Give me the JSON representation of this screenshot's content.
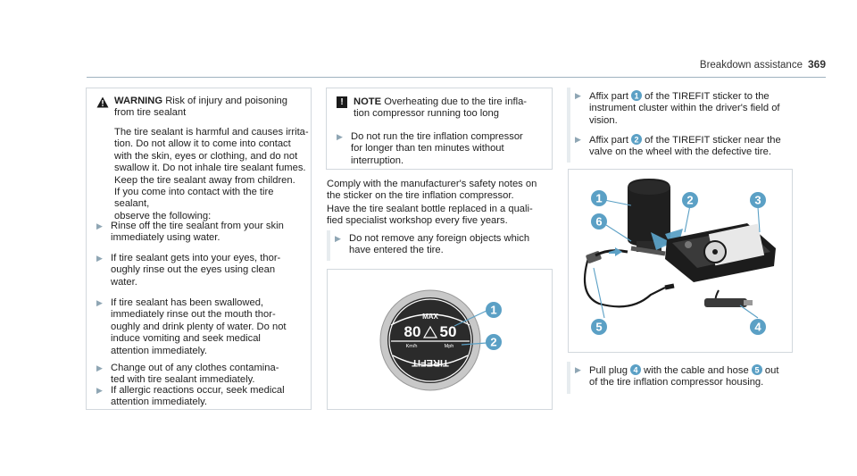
{
  "header": {
    "section": "Breakdown assistance",
    "page": "369"
  },
  "warning": {
    "label": "WARNING",
    "title_l1": "Risk of injury and poisoning",
    "title_l2": "from tire sealant",
    "body_lines": [
      "The tire sealant is harmful and causes irrita-",
      "tion. Do not allow it to come into contact",
      "with the skin, eyes or clothing, and do not",
      "swallow it. Do not inhale tire sealant fumes.",
      "Keep the tire sealant away from children.",
      "If you come into contact with the tire sealant,",
      "observe the following:"
    ],
    "bullets": [
      [
        "Rinse off the tire sealant from your skin",
        "immediately using water."
      ],
      [
        "If tire sealant gets into your eyes, thor-",
        "oughly rinse out the eyes using clean",
        "water."
      ],
      [
        "If tire sealant has been swallowed,",
        "immediately rinse out the mouth thor-",
        "oughly and drink plenty of water. Do not",
        "induce vomiting and seek medical",
        "attention immediately."
      ],
      [
        "Change out of any clothes contamina-",
        "ted with tire sealant immediately."
      ],
      [
        "If allergic reactions occur, seek medical",
        "attention immediately."
      ]
    ]
  },
  "note": {
    "label": "NOTE",
    "title_l1": "Overheating due to the tire infla-",
    "title_l2": "tion compressor running too long",
    "bullet": [
      "Do not run the tire inflation compressor",
      "for longer than ten minutes without",
      "interruption."
    ]
  },
  "middle": {
    "para1": [
      "Comply with the manufacturer's safety notes on",
      "the sticker on the tire inflation compressor."
    ],
    "para2": [
      "Have the tire sealant bottle replaced in a quali-",
      "fied specialist workshop every five years."
    ],
    "bullet": [
      "Do not remove any foreign objects which",
      "have entered the tire."
    ]
  },
  "sticker": {
    "max_label": "MAX",
    "speed_kmh": "80",
    "speed_mph": "50",
    "unit_kmh": "Km/h",
    "unit_mph": "Mph",
    "brand_text": "TIREFIT",
    "callouts": [
      "1",
      "2"
    ]
  },
  "right": {
    "bullet1": [
      "Affix part",
      "1",
      "of the TIREFIT sticker to the",
      "instrument cluster within the driver's field of",
      "vision."
    ],
    "bullet2": [
      "Affix part",
      "2",
      "of the TIREFIT sticker near the",
      "valve on the wheel with the defective tire."
    ],
    "bullet3": [
      "Pull plug",
      "4",
      "with the cable and hose",
      "5",
      "out",
      "of the tire inflation compressor housing."
    ]
  },
  "compressor": {
    "callouts": [
      "1",
      "2",
      "3",
      "6",
      "5",
      "4"
    ]
  },
  "colors": {
    "accent": "#5ba0c5",
    "arrow": "#8fa6b4",
    "rule": "#9fb2bf"
  },
  "icons": {
    "warning": "warning-triangle-icon",
    "note": "exclamation-square-icon",
    "bullet": "arrow-right-icon"
  }
}
